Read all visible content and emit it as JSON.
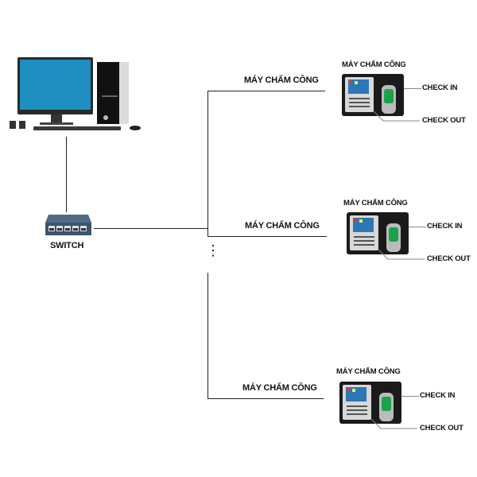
{
  "diagram": {
    "computer": {
      "icon": "desktop-computer-icon"
    },
    "switch": {
      "label": "SWITCH",
      "icon": "network-switch-icon"
    },
    "branch_label": "MÁY CHẤM CÔNG",
    "ellipsis": "⋮",
    "devices": [
      {
        "title": "MÁY CHẤM CÔNG",
        "branch_label": "MÁY CHẤM CÔNG",
        "check_in": "CHECK IN",
        "check_out": "CHECK OUT"
      },
      {
        "title": "MÁY CHẤM CÔNG",
        "branch_label": "MÁY CHẤM CÔNG",
        "check_in": "CHECK IN",
        "check_out": "CHECK OUT"
      },
      {
        "title": "MÁY CHẤM CÔNG",
        "branch_label": "MÁY CHẤM CÔNG",
        "check_in": "CHECK IN",
        "check_out": "CHECK OUT"
      }
    ],
    "colors": {
      "screen": "#1e8fc0",
      "fingerprint": "#1aa34a",
      "device_body": "#1a1a1a"
    }
  }
}
